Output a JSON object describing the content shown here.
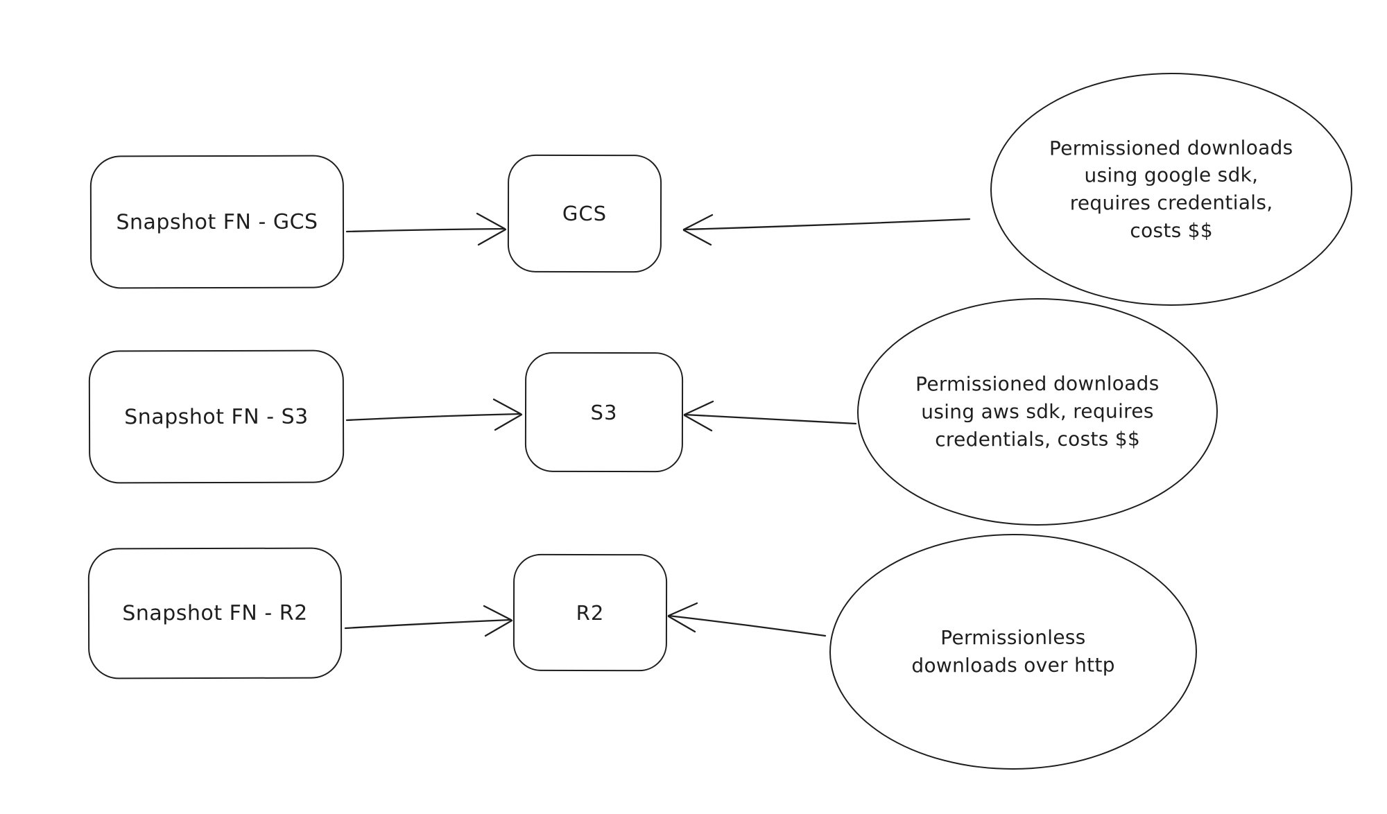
{
  "diagram": {
    "rows": [
      {
        "id": "gcs",
        "source_label": "Snapshot FN - GCS",
        "store_label": "GCS",
        "note": "Permissioned downloads\nusing google sdk,\nrequires credentials,\ncosts $$"
      },
      {
        "id": "s3",
        "source_label": "Snapshot FN - S3",
        "store_label": "S3",
        "note": "Permissioned downloads\nusing aws sdk, requires\ncredentials, costs $$"
      },
      {
        "id": "r2",
        "source_label": "Snapshot FN - R2",
        "store_label": "R2",
        "note": "Permissionless\ndownloads over http"
      }
    ],
    "edges": [
      {
        "from": "Snapshot FN - GCS",
        "to": "GCS"
      },
      {
        "from": "Permissioned downloads using google sdk, requires credentials, costs $$",
        "to": "GCS"
      },
      {
        "from": "Snapshot FN - S3",
        "to": "S3"
      },
      {
        "from": "Permissioned downloads using aws sdk, requires credentials, costs $$",
        "to": "S3"
      },
      {
        "from": "Snapshot FN - R2",
        "to": "R2"
      },
      {
        "from": "Permissionless downloads over http",
        "to": "R2"
      }
    ],
    "colors": {
      "stroke": "#1e1e1e",
      "background": "#ffffff"
    }
  }
}
